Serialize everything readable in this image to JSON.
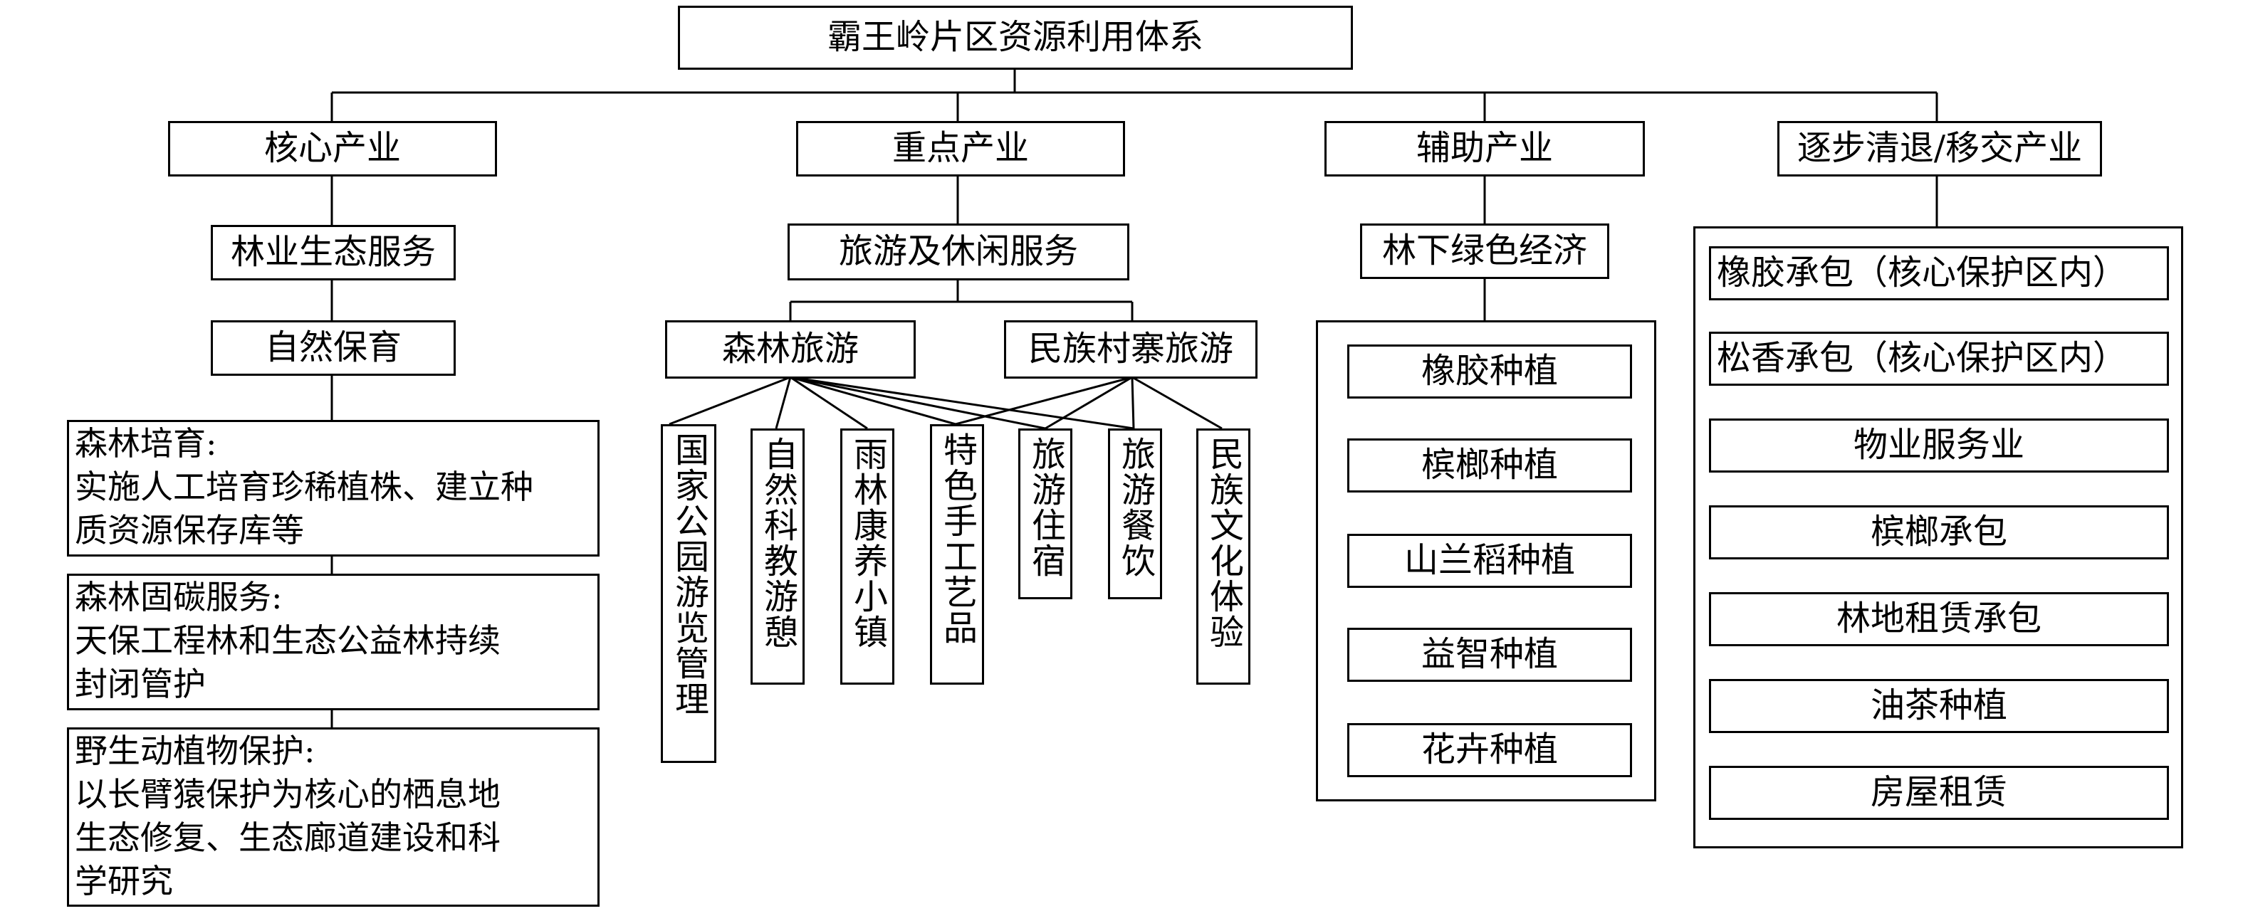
{
  "title": "霸王岭片区资源利用体系",
  "categories": {
    "core": "核心产业",
    "key": "重点产业",
    "aux": "辅助产业",
    "exit": "逐步清退/移交产业"
  },
  "core": {
    "service": "林业生态服务",
    "sub": "自然保育",
    "details": [
      {
        "head": "森林培育:",
        "lines": [
          "实施人工培育珍稀植株、建立种",
          "质资源保存库等"
        ]
      },
      {
        "head": "森林固碳服务:",
        "lines": [
          "天保工程林和生态公益林持续",
          "封闭管护"
        ]
      },
      {
        "head": "野生动植物保护:",
        "lines": [
          "以长臂猿保护为核心的栖息地",
          "生态修复、生态廊道建设和科",
          "学研究"
        ]
      }
    ]
  },
  "key": {
    "service": "旅游及休闲服务",
    "forest": "森林旅游",
    "ethnic": "民族村寨旅游",
    "items": [
      "国家公园游览管理",
      "自然科教游憩",
      "雨林康养小镇",
      "特色手工艺品",
      "旅游住宿",
      "旅游餐饮",
      "民族文化体验"
    ]
  },
  "aux": {
    "service": "林下绿色经济",
    "items": [
      "橡胶种植",
      "槟榔种植",
      "山兰稻种植",
      "益智种植",
      "花卉种植"
    ]
  },
  "exit": {
    "items": [
      "橡胶承包（核心保护区内）",
      "松香承包（核心保护区内）",
      "物业服务业",
      "槟榔承包",
      "林地租赁承包",
      "油茶种植",
      "房屋租赁"
    ]
  }
}
